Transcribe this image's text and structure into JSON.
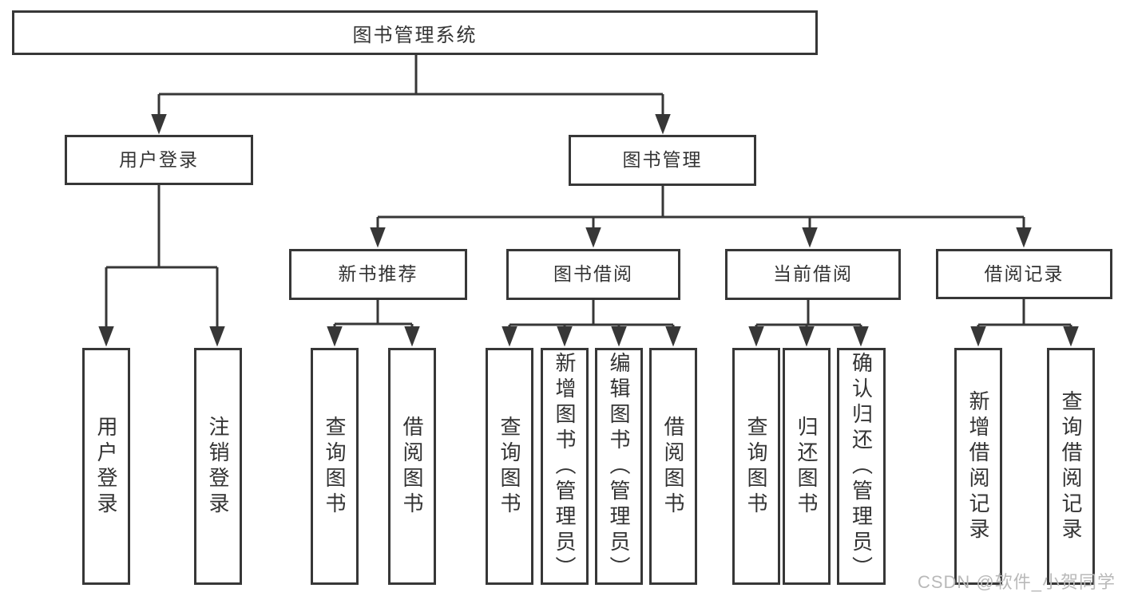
{
  "diagram": {
    "root": {
      "label": "图书管理系统"
    },
    "level2": [
      {
        "label": "用户登录"
      },
      {
        "label": "图书管理"
      }
    ],
    "level3": [
      {
        "label": "新书推荐",
        "parent": "图书管理"
      },
      {
        "label": "图书借阅",
        "parent": "图书管理"
      },
      {
        "label": "当前借阅",
        "parent": "图书管理"
      },
      {
        "label": "借阅记录",
        "parent": "图书管理"
      }
    ],
    "leaves": [
      {
        "label": "用户登录",
        "parent": "用户登录"
      },
      {
        "label": "注销登录",
        "parent": "用户登录"
      },
      {
        "label": "查询图书",
        "parent": "新书推荐"
      },
      {
        "label": "借阅图书",
        "parent": "新书推荐"
      },
      {
        "label": "查询图书",
        "parent": "图书借阅"
      },
      {
        "label": "新增图书（管理员）",
        "parent": "图书借阅"
      },
      {
        "label": "编辑图书（管理员）",
        "parent": "图书借阅"
      },
      {
        "label": "借阅图书",
        "parent": "图书借阅"
      },
      {
        "label": "查询图书",
        "parent": "当前借阅"
      },
      {
        "label": "归还图书",
        "parent": "当前借阅"
      },
      {
        "label": "确认归还（管理员）",
        "parent": "当前借阅"
      },
      {
        "label": "新增借阅记录",
        "parent": "借阅记录"
      },
      {
        "label": "查询借阅记录",
        "parent": "借阅记录"
      }
    ]
  },
  "watermark": {
    "text": "CSDN @软件_小贺同学"
  },
  "colors": {
    "line": "#373737",
    "box_border": "#373737",
    "text": "#333333",
    "background": "#ffffff",
    "watermark": "#b9b9b9"
  }
}
